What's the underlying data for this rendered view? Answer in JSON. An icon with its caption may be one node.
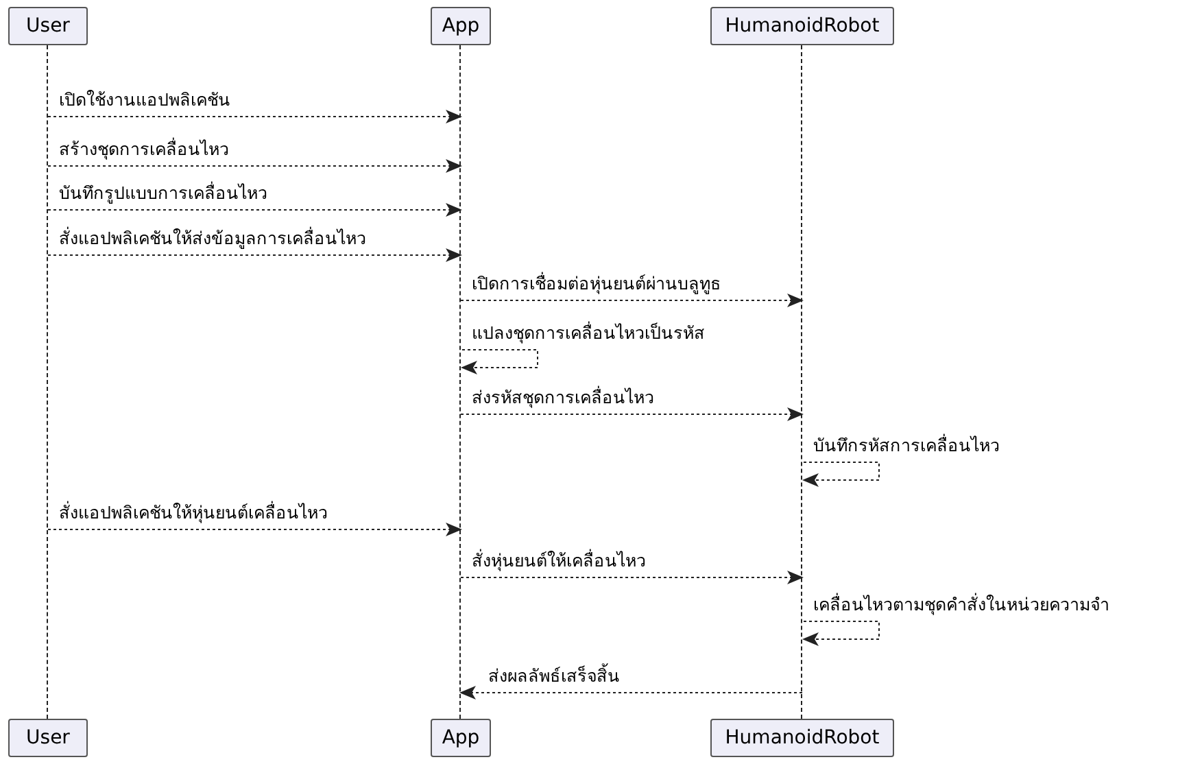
{
  "diagram": {
    "nodes": [
      {
        "text": [
          "User"
        ]
      },
      {
        "text": [
          "App"
        ]
      },
      {
        "text": [
          "HumanoidRobot"
        ]
      },
      {
        "text": [],
        "shape": "line"
      },
      {
        "text": [],
        "shape": "line"
      },
      {
        "text": [],
        "shape": "line"
      },
      {
        "text": [
          "User"
        ]
      },
      {
        "text": [
          "App"
        ]
      },
      {
        "text": [
          "HumanoidRobot"
        ]
      }
    ],
    "edges": [
      {
        "from": 3,
        "to": 4,
        "arrow": "to",
        "style": "dashed",
        "label": "เปิดใช้งานแอปพลิเคชัน"
      },
      {
        "from": 3,
        "to": 4,
        "arrow": "to",
        "style": "dashed",
        "label": "สร้างชุดการเคลื่อนไหว"
      },
      {
        "from": 3,
        "to": 4,
        "arrow": "to",
        "style": "dashed",
        "label": "บันทึกรูปแบบการเคลื่อนไหว"
      },
      {
        "from": 3,
        "to": 4,
        "arrow": "to",
        "style": "dashed",
        "label": "สั่งแอปพลิเคชันให้ส่งข้อมูลการเคลื่อนไหว"
      },
      {
        "from": 4,
        "to": 5,
        "arrow": "to",
        "style": "dashed",
        "label": "เปิดการเชื่อมต่อหุ่นยนต์ผ่านบลูทูธ"
      },
      {
        "from": 4,
        "to": 4,
        "arrow": "to",
        "style": "dashed",
        "label": "แปลงชุดการเคลื่อนไหวเป็นรหัส"
      },
      {
        "from": 4,
        "to": 5,
        "arrow": "to",
        "style": "dashed",
        "label": "ส่งรหัสชุดการเคลื่อนไหว"
      },
      {
        "from": 5,
        "to": 5,
        "arrow": "to",
        "style": "dashed",
        "label": "บันทึกรหัสการเคลื่อนไหว"
      },
      {
        "from": 3,
        "to": 4,
        "arrow": "to",
        "style": "dashed",
        "label": "สั่งแอปพลิเคชันให้หุ่นยนต์เคลื่อนไหว"
      },
      {
        "from": 4,
        "to": 5,
        "arrow": "to",
        "style": "dashed",
        "label": "สั่งหุ่นยนต์ให้เคลื่อนไหว"
      },
      {
        "from": 5,
        "to": 5,
        "arrow": "to",
        "style": "dashed",
        "label": "เคลื่อนไหวตามชุดคำสั่งในหน่วยความจำ"
      },
      {
        "from": 5,
        "to": 4,
        "arrow": "to",
        "style": "dashed",
        "label": "ส่งผลลัพธ์เสร็จสิ้น"
      }
    ]
  }
}
